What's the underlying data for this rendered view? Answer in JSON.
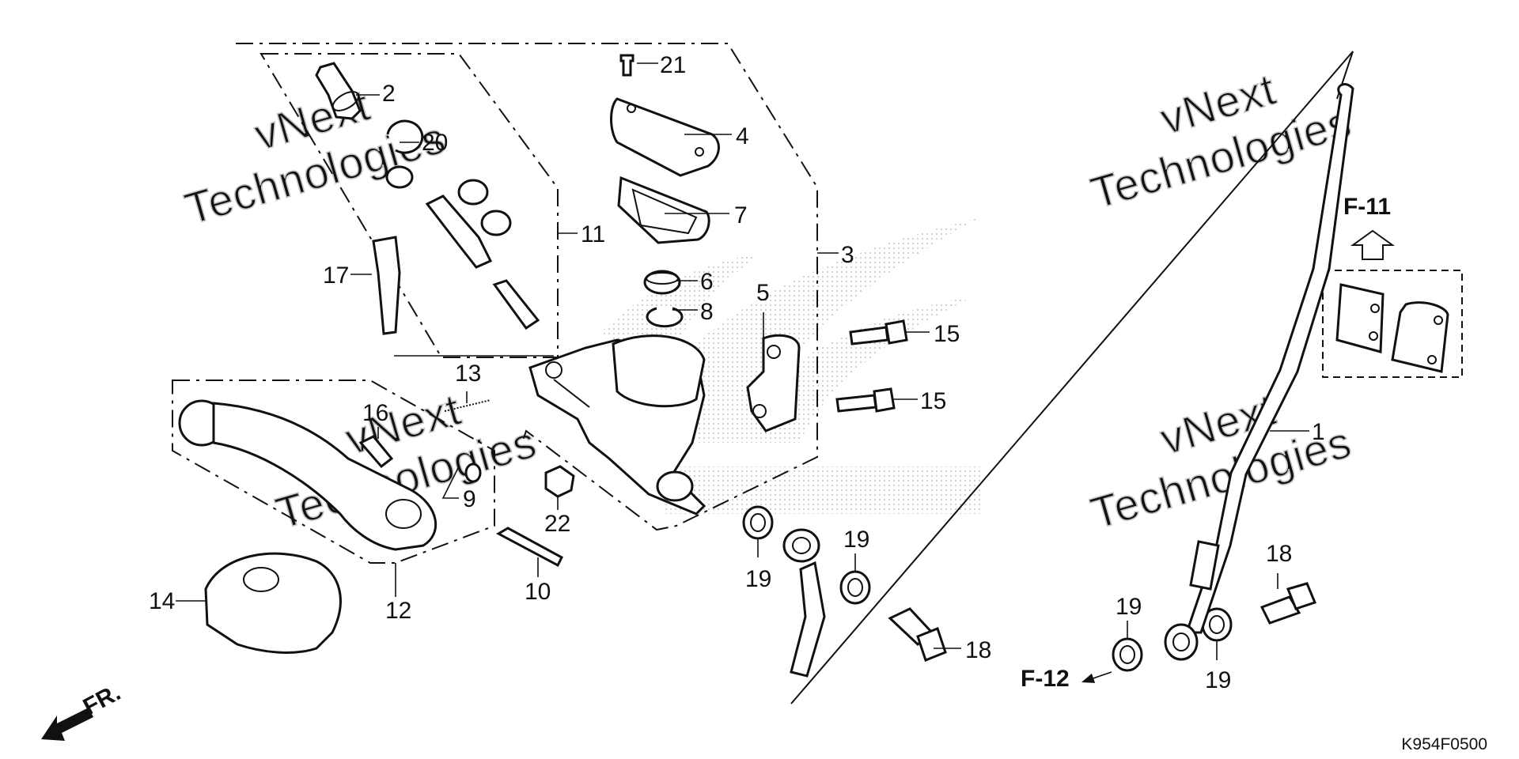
{
  "diagram": {
    "callouts": [
      {
        "id": "c1",
        "text": "1"
      },
      {
        "id": "c2",
        "text": "2"
      },
      {
        "id": "c3",
        "text": "3"
      },
      {
        "id": "c4",
        "text": "4"
      },
      {
        "id": "c5",
        "text": "5"
      },
      {
        "id": "c6",
        "text": "6"
      },
      {
        "id": "c7",
        "text": "7"
      },
      {
        "id": "c8",
        "text": "8"
      },
      {
        "id": "c9",
        "text": "9"
      },
      {
        "id": "c10",
        "text": "10"
      },
      {
        "id": "c11",
        "text": "11"
      },
      {
        "id": "c12",
        "text": "12"
      },
      {
        "id": "c13",
        "text": "13"
      },
      {
        "id": "c14",
        "text": "14"
      },
      {
        "id": "c15a",
        "text": "15"
      },
      {
        "id": "c15b",
        "text": "15"
      },
      {
        "id": "c16",
        "text": "16"
      },
      {
        "id": "c17",
        "text": "17"
      },
      {
        "id": "c18a",
        "text": "18"
      },
      {
        "id": "c18b",
        "text": "18"
      },
      {
        "id": "c19a",
        "text": "19"
      },
      {
        "id": "c19b",
        "text": "19"
      },
      {
        "id": "c19c",
        "text": "19"
      },
      {
        "id": "c19d",
        "text": "19"
      },
      {
        "id": "c20",
        "text": "20"
      },
      {
        "id": "c21",
        "text": "21"
      },
      {
        "id": "c22",
        "text": "22"
      }
    ],
    "references": {
      "f11": "F-11",
      "f12": "F-12",
      "front": "FR."
    },
    "diagram_code": "K954F0500",
    "watermarks": [
      {
        "line1": "vNext",
        "line2": "Technologies"
      },
      {
        "line1": "vNext",
        "line2": "Technologies"
      },
      {
        "line1": "vNext",
        "line2": "Technologies"
      },
      {
        "line1": "vNext",
        "line2": "Technologies"
      }
    ]
  }
}
